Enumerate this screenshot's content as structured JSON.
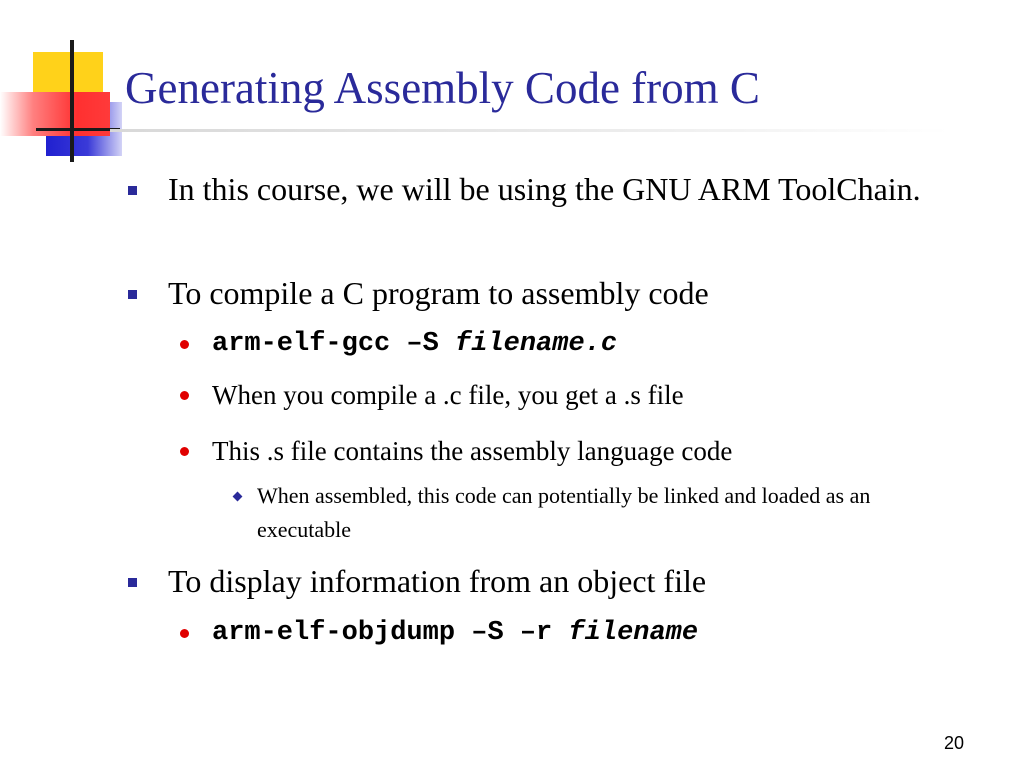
{
  "slide": {
    "title": "Generating Assembly Code from C",
    "page_number": "20",
    "colors": {
      "title": "#2a2a9a",
      "level1_bullet": "#2a2a9a",
      "level2_bullet": "#e00000",
      "level3_bullet": "#2a2a9a"
    },
    "bullets": [
      {
        "text": "In this course, we will be using the GNU ARM ToolChain."
      },
      {
        "text": "To compile a C program to assembly code",
        "sub": [
          {
            "code": "arm-elf-gcc –S ",
            "code_arg": "filename.c"
          },
          {
            "text": "When you compile a .c file, you get a .s file"
          },
          {
            "text": "This .s file contains the assembly language code",
            "sub": [
              {
                "text": "When assembled, this code can potentially be linked and loaded as an executable"
              }
            ]
          }
        ]
      },
      {
        "text": "To display information from an object file",
        "sub": [
          {
            "code": "arm-elf-objdump –S –r ",
            "code_arg": "filename"
          }
        ]
      }
    ]
  }
}
